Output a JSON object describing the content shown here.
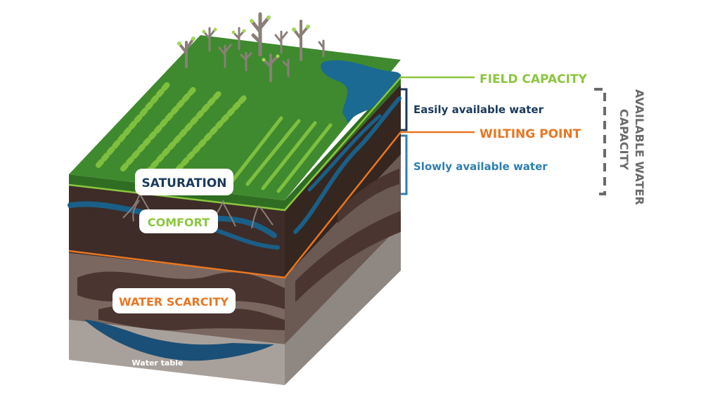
{
  "labels": {
    "field_capacity": "FIELD CAPACITY",
    "wilting_point": "WILTING POINT",
    "easily_available": "Easily available water",
    "slowly_available": "Slowly available water",
    "available_capacity_line1": "AVAILABLE WATER",
    "available_capacity_line2": "CAPACITY",
    "saturation": "SATURATION",
    "comfort": "COMFORT",
    "water_scarcity": "WATER SCARCITY",
    "water_table": "Water table"
  },
  "colors": {
    "grass": "#3f8a2e",
    "grass_side": "#2f6e22",
    "soil_dark": "#3b2a26",
    "soil_mid": "#5a4540",
    "soil_light": "#7b6a62",
    "soil_base": "#a9a29c",
    "water": "#1a5f87",
    "water_dark": "#143f63",
    "field_green": "#8cc63f",
    "wilting_orange": "#e87722",
    "navy": "#1b3a5c",
    "slow_blue": "#2e7fb0",
    "gray_text": "#6b6b6b",
    "tree": "#8a7f78"
  },
  "icons": {
    "trees": "tree-icon",
    "crops": "crop-row-icon"
  }
}
